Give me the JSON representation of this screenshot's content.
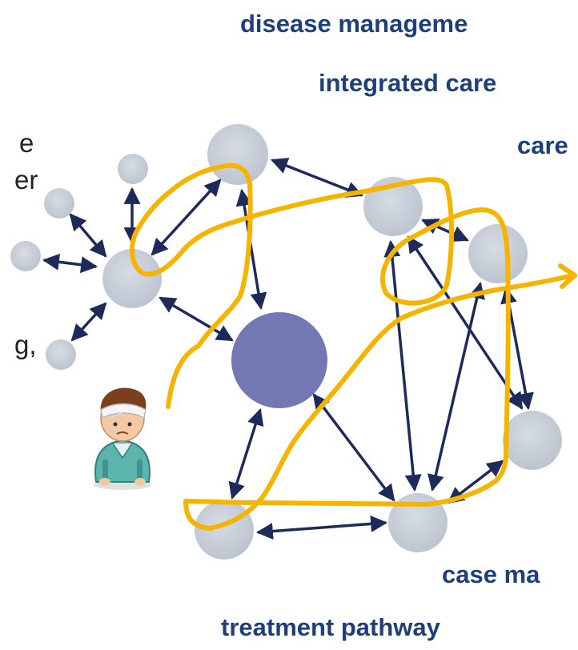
{
  "labels": {
    "disease_management": "disease manageme",
    "integrated_care": "integrated care",
    "care": "care",
    "case_management": "case ma",
    "treatment_pathway": "treatment pathway"
  },
  "left_text_fragments": {
    "line1": "e",
    "line2": "er",
    "line3": "g,"
  },
  "colors": {
    "label_text": "#1f3f7a",
    "node_fill": "#c7ced8",
    "central_node_fill": "#7378b4",
    "arrow": "#1e2a5a",
    "pathway_stroke": "#f4b400"
  },
  "icons": {
    "patient": "patient-with-bandaged-head-icon"
  }
}
